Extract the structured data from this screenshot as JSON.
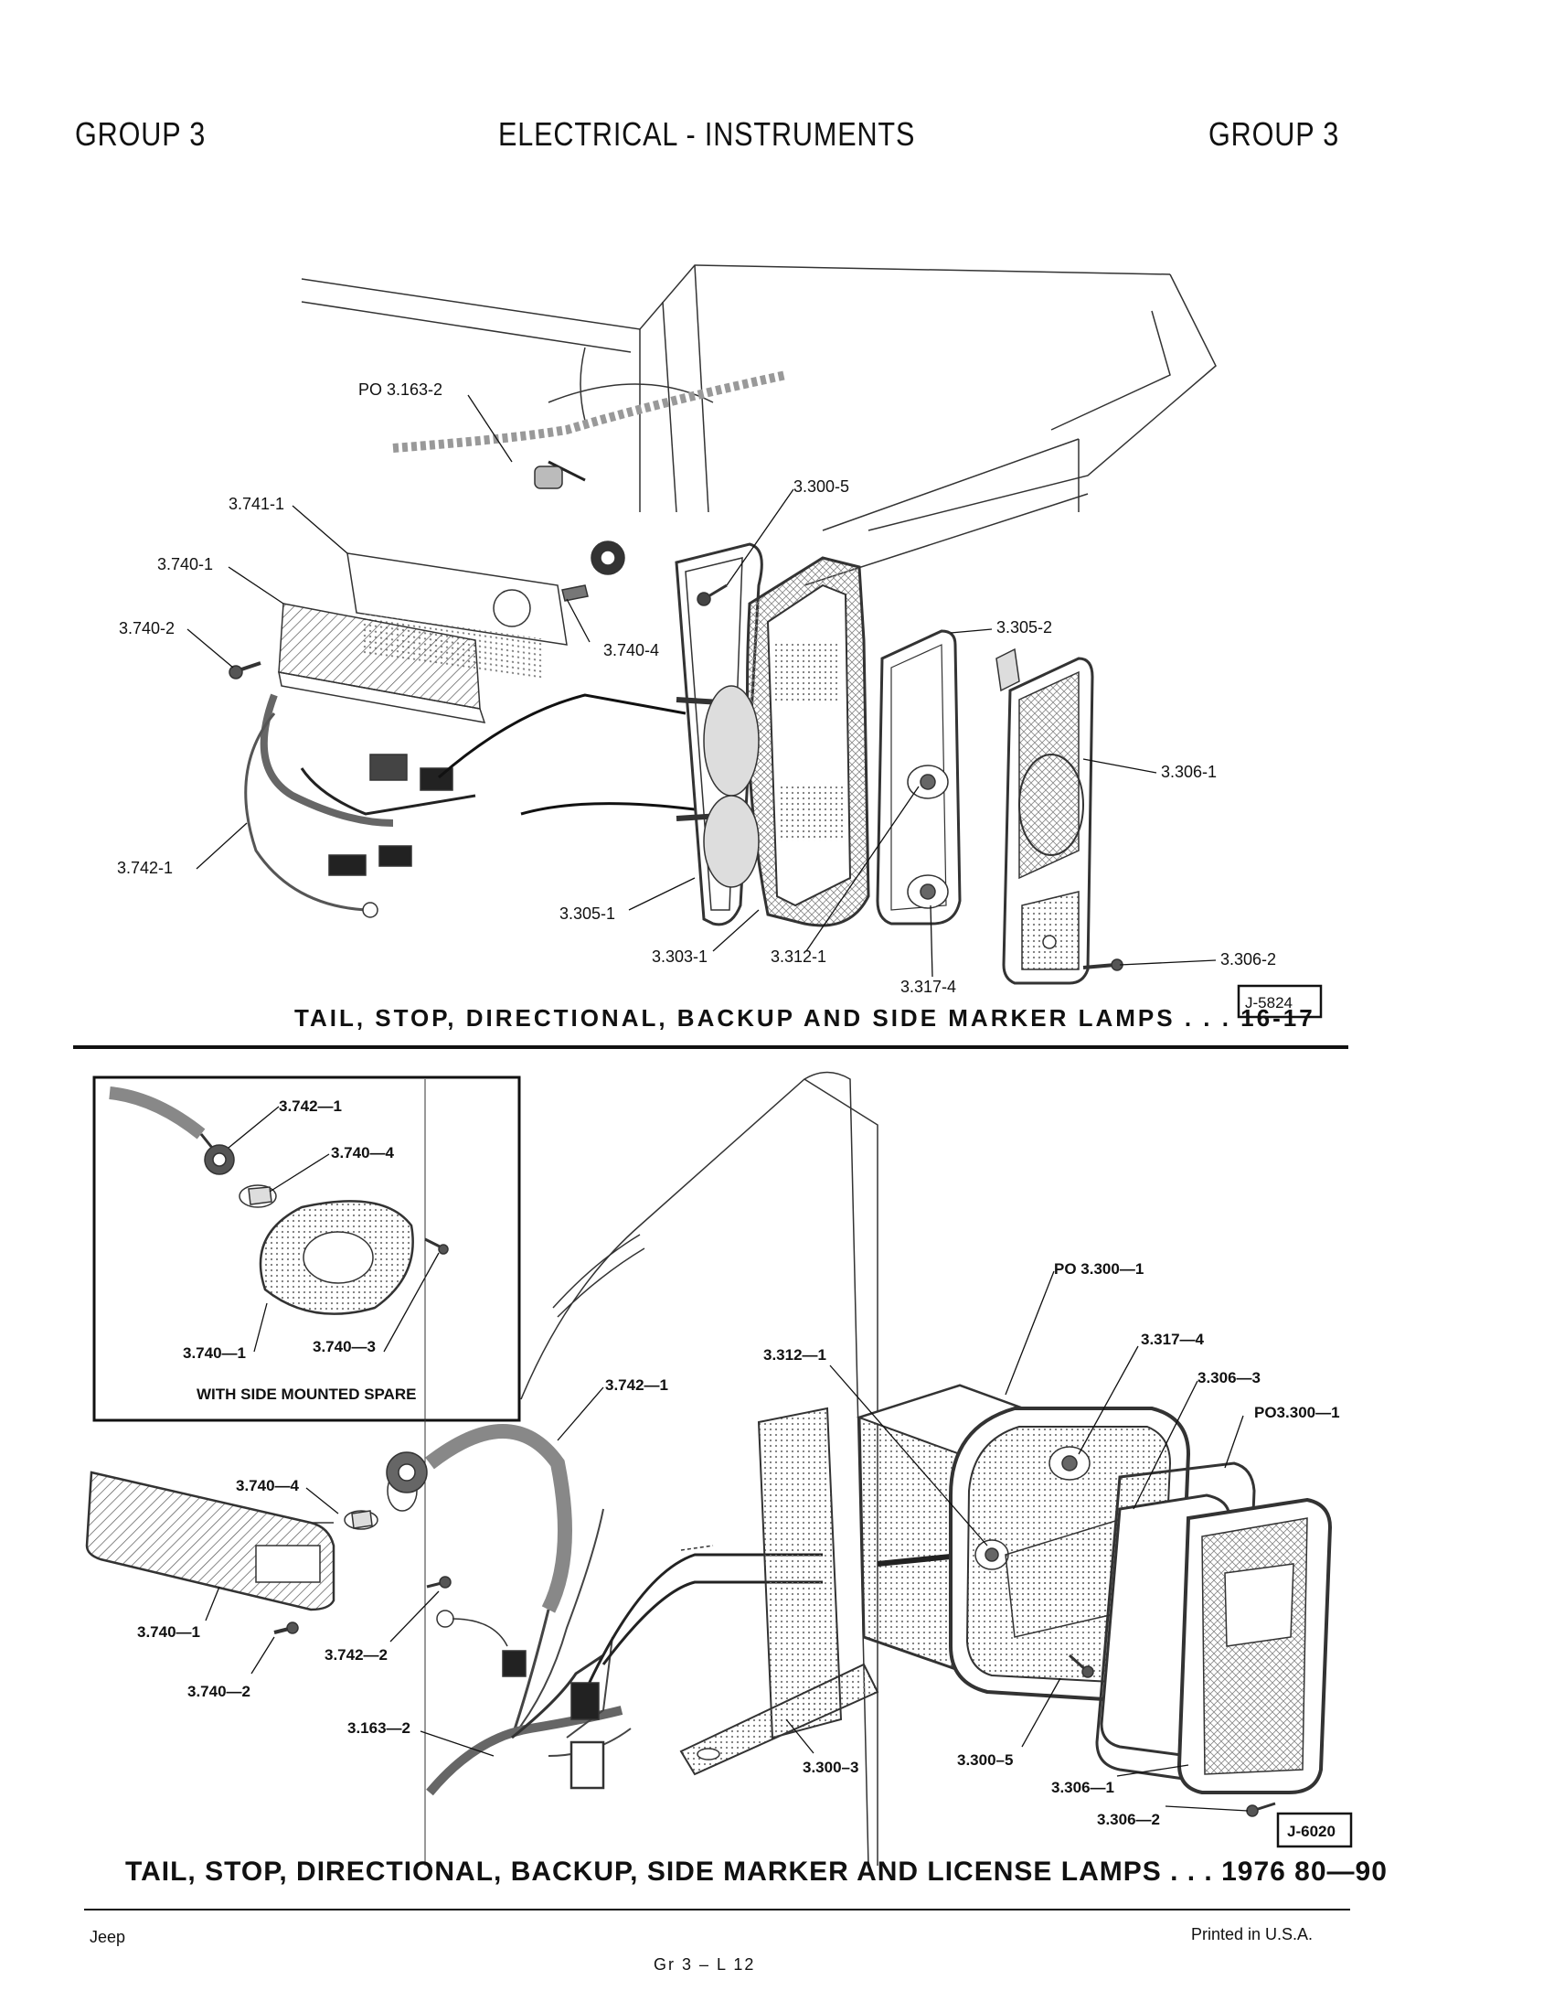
{
  "header": {
    "left": "GROUP 3",
    "center": "ELECTRICAL - INSTRUMENTS",
    "right": "GROUP 3"
  },
  "figure1": {
    "caption": "TAIL, STOP, DIRECTIONAL, BACKUP AND SIDE MARKER LAMPS . . . 16-17",
    "figure_id": "J-5824",
    "callouts": [
      "PO 3.163-2",
      "3.741-1",
      "3.740-1",
      "3.740-2",
      "3.740-4",
      "3.742-1",
      "3.300-5",
      "3.305-2",
      "3.306-1",
      "3.305-1",
      "3.303-1",
      "3.312-1",
      "3.317-4",
      "3.306-2"
    ]
  },
  "figure2": {
    "caption": "TAIL, STOP, DIRECTIONAL, BACKUP, SIDE MARKER AND LICENSE LAMPS . . . 1976 80—90",
    "figure_id": "J-6020",
    "inset": {
      "title": "WITH SIDE MOUNTED SPARE",
      "callouts": [
        "3.742—1",
        "3.740—4",
        "3.740—1",
        "3.740—3"
      ]
    },
    "callouts": [
      "PO 3.300—1",
      "3.312—1",
      "3.317—4",
      "3.306—3",
      "PO3.300—1",
      "3.742—1",
      "3.740—4",
      "3.740—1",
      "3.740—2",
      "3.742—2",
      "3.163—2",
      "3.300–3",
      "3.300–5",
      "3.306—1",
      "3.306—2"
    ]
  },
  "footer": {
    "left": "Jeep",
    "center": "Gr 3 – L 12",
    "right": "Printed in U.S.A."
  }
}
